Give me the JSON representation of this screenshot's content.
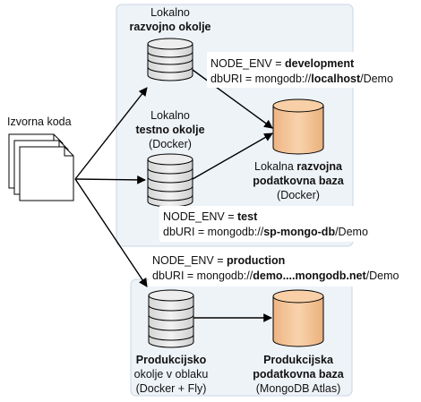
{
  "source": {
    "label": "Izvorna koda",
    "icon": "documents-icon"
  },
  "dev_environment": {
    "line1": "Lokalno",
    "line2": "razvojno okolje",
    "icon": "server-icon"
  },
  "test_environment": {
    "line1": "Lokalno",
    "line2": "testno okolje",
    "line3": "(Docker)",
    "icon": "server-icon"
  },
  "local_database": {
    "line1_prefix": "Lokalna ",
    "line1_bold": "razvojna",
    "line2": "podatkovna baza",
    "line3": "(Docker)",
    "icon": "database-icon"
  },
  "prod_environment": {
    "line1": "Produkcijsko",
    "line2": "okolje v oblaku",
    "line3": "(Docker + Fly)",
    "icon": "server-icon"
  },
  "prod_database": {
    "line1": "Produkcijska",
    "line2": "podatkovna baza",
    "line3": "(MongoDB Atlas)",
    "icon": "database-icon"
  },
  "config_development": {
    "env_prefix": "NODE_ENV = ",
    "env_value": "development",
    "uri_prefix": "dbURI = mongodb://",
    "uri_host": "localhost",
    "uri_suffix": "/Demo"
  },
  "config_test": {
    "env_prefix": "NODE_ENV = ",
    "env_value": "test",
    "uri_prefix": "dbURI = mongodb://",
    "uri_host": "sp-mongo-db",
    "uri_suffix": "/Demo"
  },
  "config_production": {
    "env_prefix": "NODE_ENV = ",
    "env_value": "production",
    "uri_prefix": "dbURI = mongodb://",
    "uri_host": "demo....mongodb.net",
    "uri_suffix": "/Demo"
  },
  "colors": {
    "panel_fill": "#eef3f8",
    "panel_stroke": "#c9d6e3",
    "server_fill": "#e8e8e8",
    "database_fill": "#f6c79a",
    "arrow": "#000000"
  }
}
